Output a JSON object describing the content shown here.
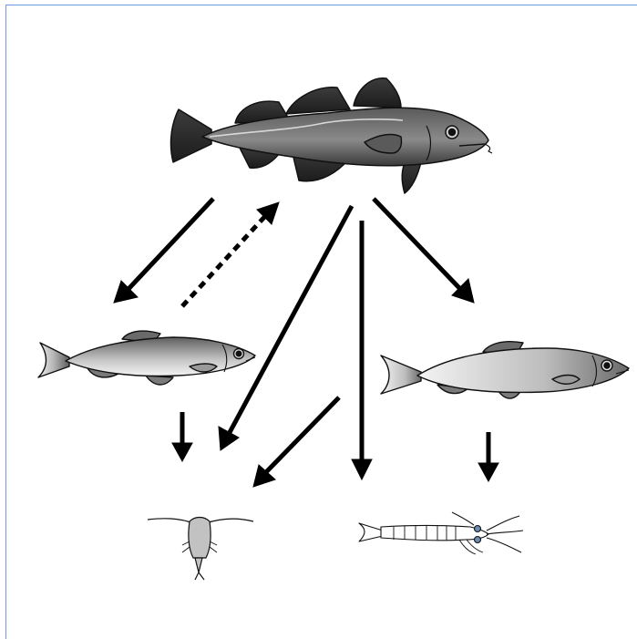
{
  "colors": {
    "frame_border": "#6f9bdc",
    "arrow": "#000000",
    "cod_dark": "#2e2e2e",
    "cod_mid": "#777777",
    "herring_dark": "#6a6a6a",
    "herring_light": "#f2f2f2",
    "plankton_fill": "#bfbfbf"
  },
  "organisms": [
    {
      "id": "cod",
      "icon": "cod-fish-icon"
    },
    {
      "id": "herring_left",
      "icon": "herring-fish-icon"
    },
    {
      "id": "herring_right",
      "icon": "herring-fish-icon"
    },
    {
      "id": "copepod",
      "icon": "copepod-icon"
    },
    {
      "id": "krill",
      "icon": "krill-icon"
    }
  ],
  "links": [
    {
      "from": "cod",
      "to": "herring_left",
      "style": "solid"
    },
    {
      "from": "herring_left",
      "to": "cod",
      "style": "dotted"
    },
    {
      "from": "cod",
      "to": "copepod",
      "style": "solid"
    },
    {
      "from": "cod",
      "to": "krill",
      "style": "solid"
    },
    {
      "from": "cod",
      "to": "herring_right",
      "style": "solid"
    },
    {
      "from": "herring_left",
      "to": "copepod",
      "style": "solid"
    },
    {
      "from": "herring_right",
      "to": "krill",
      "style": "solid"
    },
    {
      "from": "cod",
      "to": "copepod",
      "style": "solid"
    }
  ]
}
